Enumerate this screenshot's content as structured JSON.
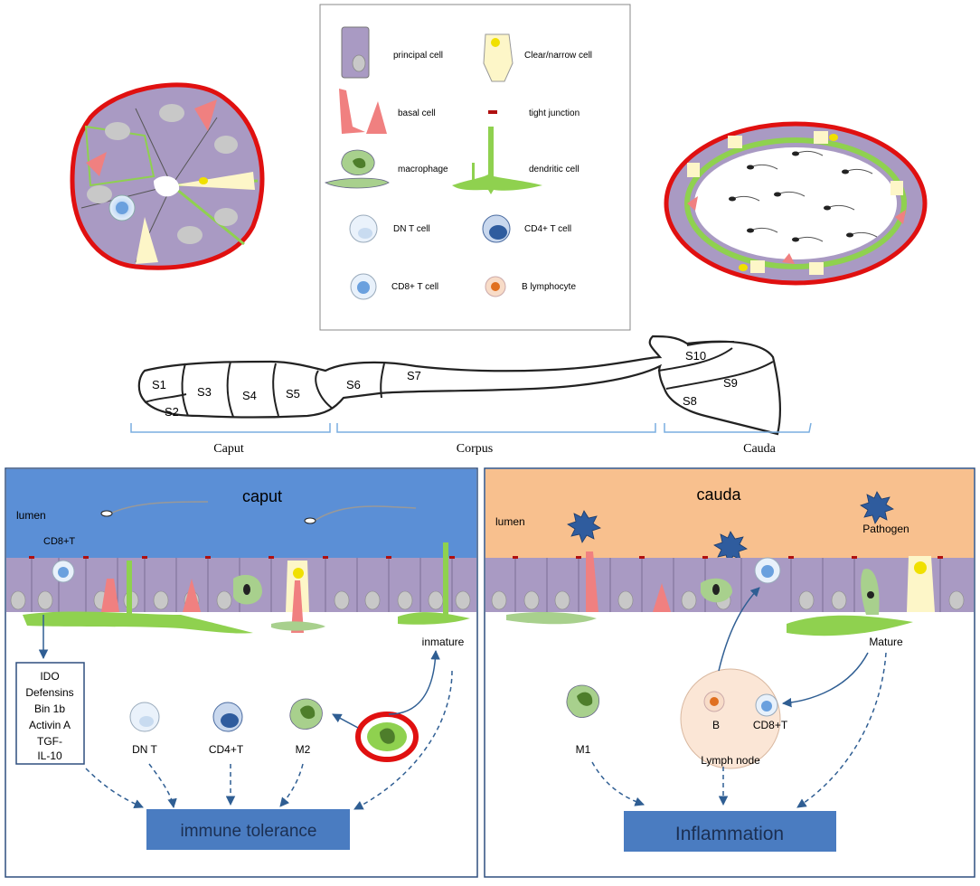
{
  "legend": {
    "principal": "principal cell",
    "clear": "Clear/narrow cell",
    "basal": "basal cell",
    "tight": "tight junction",
    "macrophage": "macrophage",
    "dendritic": "dendritic cell",
    "dn_t": "DN T cell",
    "cd4_t": "CD4+ T cell",
    "cd8_t": "CD8+ T cell",
    "b_lymph": "B lymphocyte"
  },
  "segments": [
    "S1",
    "S2",
    "S3",
    "S4",
    "S5",
    "S6",
    "S7",
    "S8",
    "S9",
    "S10"
  ],
  "regions": {
    "caput": "Caput",
    "corpus": "Corpus",
    "cauda": "Cauda"
  },
  "caput_panel": {
    "title": "caput",
    "lumen": "lumen",
    "cd8": "CD8+T",
    "factors": [
      "IDO",
      "Defensins",
      "Bin 1b",
      "Activin A",
      "TGF-",
      "IL-10"
    ],
    "dn_t": "DN T",
    "cd4_t": "CD4+T",
    "m2": "M2",
    "immature": "inmature",
    "outcome": "immune tolerance"
  },
  "cauda_panel": {
    "title": "cauda",
    "lumen": "lumen",
    "pathogen": "Pathogen",
    "mature": "Mature",
    "m1": "M1",
    "b": "B",
    "cd8": "CD8+T",
    "lymph_node": "Lymph node",
    "outcome": "Inflammation"
  },
  "colors": {
    "principal": "#a99ac3",
    "basal": "#f08080",
    "dendritic": "#8fd14f",
    "clear": "#fdf6c8",
    "caput_bg": "#5b8fd6",
    "cauda_bg": "#f8c08e",
    "outcome_box": "#4a7cc1",
    "arrow": "#2f5e93",
    "outline": "#e01010"
  }
}
